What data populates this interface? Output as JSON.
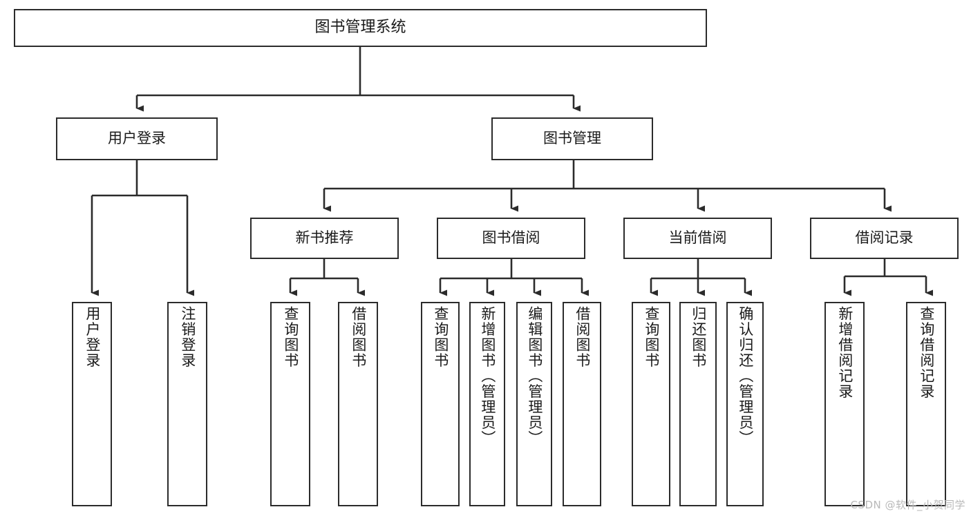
{
  "diagram": {
    "type": "tree-hierarchy",
    "title": "图书管理系统",
    "watermark": "CSDN @软件_小贺同学",
    "colors": {
      "border": "#2b2b2b",
      "background": "#ffffff",
      "text": "#1a1a1a",
      "connector": "#2b2b2b",
      "watermark": "#b9b9b9"
    },
    "root": {
      "label": "图书管理系统"
    },
    "level1": [
      {
        "label": "用户登录"
      },
      {
        "label": "图书管理"
      }
    ],
    "level2": [
      {
        "label": "新书推荐"
      },
      {
        "label": "图书借阅"
      },
      {
        "label": "当前借阅"
      },
      {
        "label": "借阅记录"
      }
    ],
    "leaves": {
      "user_login": [
        {
          "label": "用户登录"
        },
        {
          "label": "注销登录"
        }
      ],
      "new_book_recommend": [
        {
          "label": "查询图书"
        },
        {
          "label": "借阅图书"
        }
      ],
      "book_borrow": [
        {
          "label": "查询图书"
        },
        {
          "label": "新增图书（管理员）"
        },
        {
          "label": "编辑图书（管理员）"
        },
        {
          "label": "借阅图书"
        }
      ],
      "current_borrow": [
        {
          "label": "查询图书"
        },
        {
          "label": "归还图书"
        },
        {
          "label": "确认归还（管理员）"
        }
      ],
      "borrow_record": [
        {
          "label": "新增借阅记录"
        },
        {
          "label": "查询借阅记录"
        }
      ]
    }
  }
}
